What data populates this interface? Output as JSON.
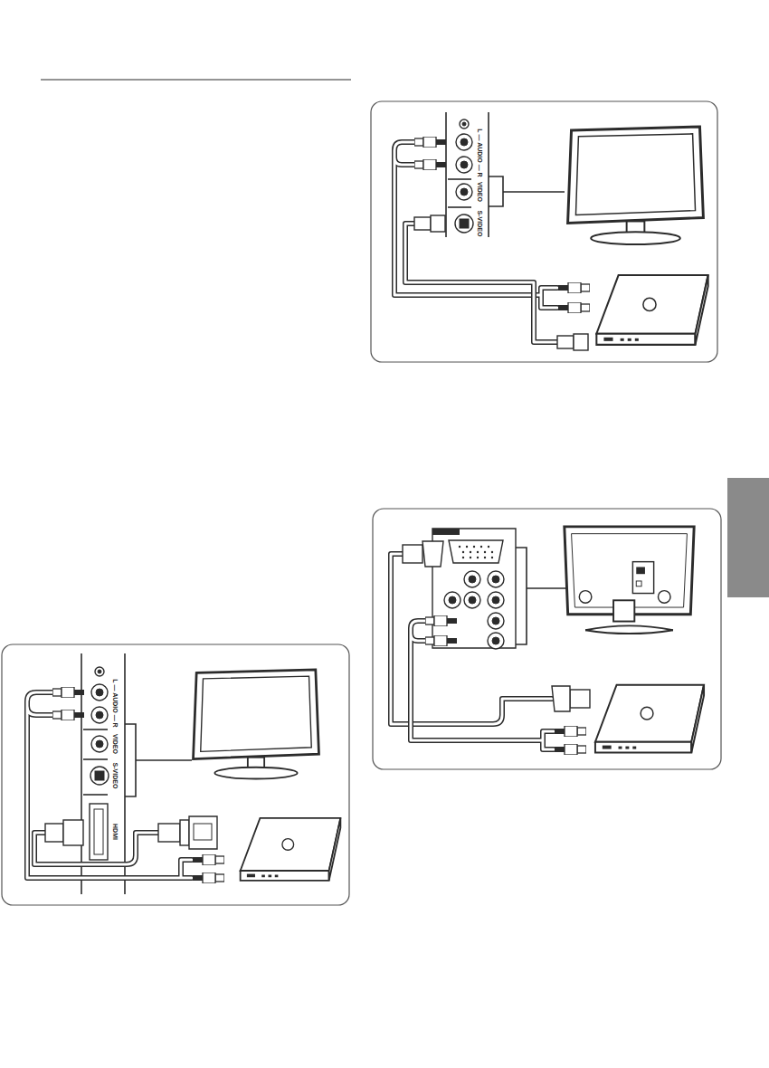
{
  "diagram": {
    "labels": [
      "L — AUDIO — R",
      "VIDEO",
      "S-VIDEO",
      "L — AUDIO — R",
      "VIDEO",
      "S-VIDEO",
      "HDMI"
    ]
  }
}
